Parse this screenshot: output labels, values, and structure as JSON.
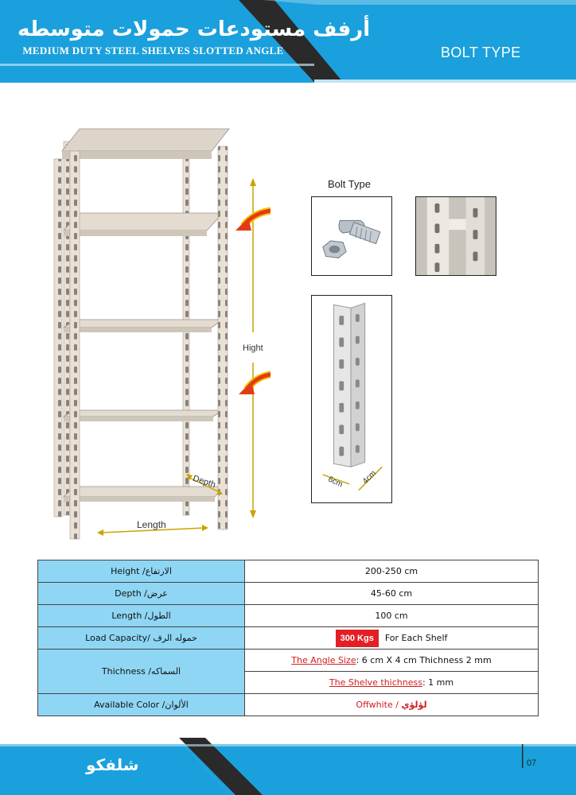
{
  "header": {
    "arabic_title": "أرفف مستودعات حمولات متوسطه",
    "english_title": "MEDIUM DUTY STEEL SHELVES SLOTTED ANGLE",
    "section": "BOLT TYPE",
    "colors": {
      "blue": "#1aa0dc",
      "dark": "#2a2a2a",
      "light_blue": "#bfe3f4"
    }
  },
  "diagram": {
    "height_label": "Hight",
    "depth_label": "Depth",
    "length_label": "Length",
    "bolt_title": "Bolt Type",
    "angle_dim_a": "6cm",
    "angle_dim_b": "4cm",
    "arrow_color": "#e53a16"
  },
  "specs": {
    "rows": [
      {
        "label": "Height /الارتفاع",
        "value": "200-250 cm"
      },
      {
        "label": "Depth /عرض",
        "value": "45-60 cm"
      },
      {
        "label": "Length /الطول",
        "value": "100 cm"
      }
    ],
    "load": {
      "label": "Load Capacity/ حموله الرف",
      "badge": "300 Kgs",
      "suffix": "For Each Shelf"
    },
    "thickness": {
      "label": "Thichness /السماكه",
      "angle_link": "The Angle Size",
      "angle_text": ": 6 cm X 4 cm Thichness 2 mm",
      "shelve_link": "The Shelve thichness",
      "shelve_text": ": 1 mm"
    },
    "color": {
      "label": "Available Color /الألوان",
      "value_en": "Offwhite /",
      "value_ar": "لؤلؤي"
    }
  },
  "footer": {
    "brand": "شلفكو",
    "page": "07"
  }
}
